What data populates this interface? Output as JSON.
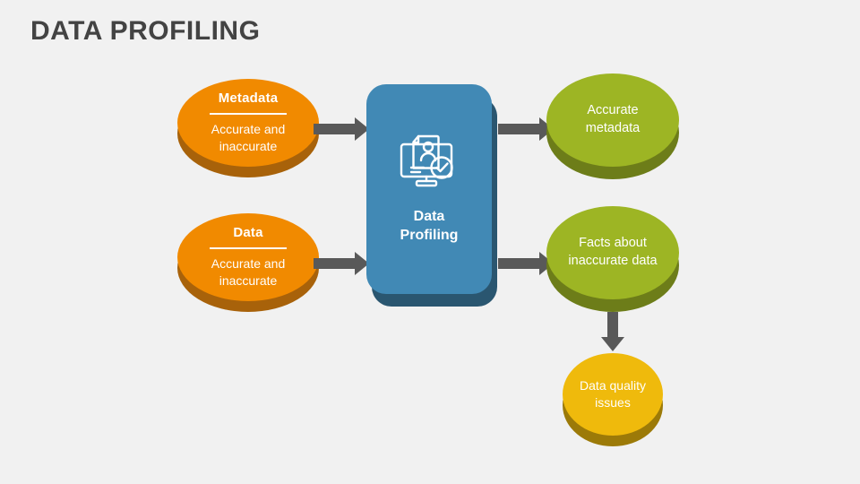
{
  "title": "DATA PROFILING",
  "colors": {
    "background": "#f1f1f1",
    "title_text": "#434343",
    "orange": "#f18a00",
    "orange_shadow": "#a8620a",
    "blue": "#4189b5",
    "blue_shadow": "#2a5670",
    "green": "#9db524",
    "green_shadow": "#6d7d19",
    "yellow": "#efba0c",
    "yellow_shadow": "#9c7a08",
    "arrow": "#595959",
    "text_on_shape": "#ffffff"
  },
  "inputs": [
    {
      "id": "metadata",
      "title": "Metadata",
      "subtitle": "Accurate and inaccurate",
      "color": "#f18a00"
    },
    {
      "id": "data",
      "title": "Data",
      "subtitle": "Accurate and inaccurate",
      "color": "#f18a00"
    }
  ],
  "process": {
    "label": "Data\nProfiling",
    "label_line1": "Data",
    "label_line2": "Profiling",
    "icon": "monitor-profile-check-icon",
    "color": "#4189b5"
  },
  "outputs": [
    {
      "id": "accurate-metadata",
      "label_line1": "Accurate",
      "label_line2": "metadata",
      "color": "#9db524"
    },
    {
      "id": "facts-inaccurate-data",
      "label_line1": "Facts about",
      "label_line2": "inaccurate data",
      "color": "#9db524"
    },
    {
      "id": "data-quality-issues",
      "label_line1": "Data quality",
      "label_line2": "issues",
      "color": "#efba0c"
    }
  ],
  "arrows": [
    {
      "id": "metadata-to-process",
      "direction": "right"
    },
    {
      "id": "data-to-process",
      "direction": "right"
    },
    {
      "id": "process-to-accurate-metadata",
      "direction": "right"
    },
    {
      "id": "process-to-facts",
      "direction": "right"
    },
    {
      "id": "facts-to-data-quality-issues",
      "direction": "down"
    }
  ]
}
